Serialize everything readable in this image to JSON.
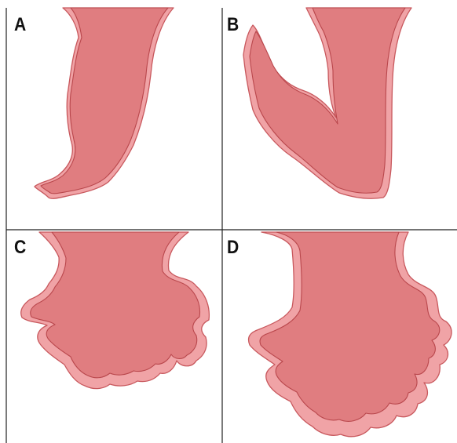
{
  "panels": [
    {
      "label": "A"
    },
    {
      "label": "B"
    },
    {
      "label": "C"
    },
    {
      "label": "D"
    }
  ],
  "colors": {
    "tissue_fill": "#e07d80",
    "tissue_outline": "#b9474c",
    "rim_fill": "#f0a3a6",
    "grid_line": "#222222",
    "background": "#ffffff"
  }
}
